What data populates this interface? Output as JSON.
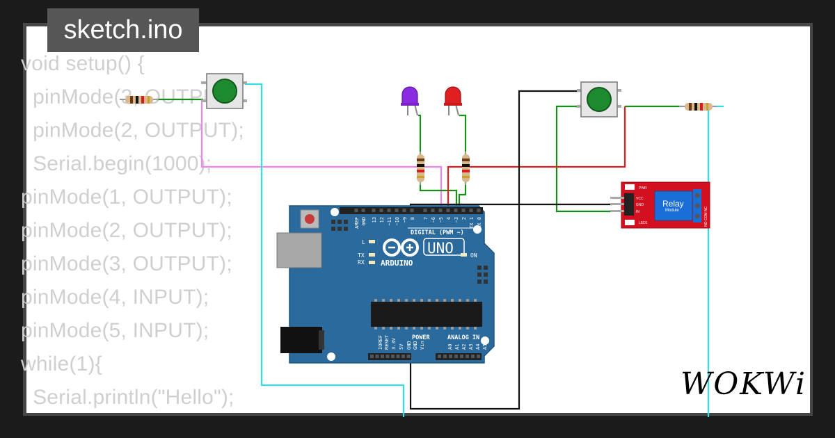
{
  "header": {
    "file_title": "sketch.ino"
  },
  "code_lines": [
    "void setup() {",
    "  pinMode(3, OUTPUT);",
    "  pinMode(2, OUTPUT);",
    "  Serial.begin(1000);",
    "pinMode(1, OUTPUT);",
    "pinMode(2, OUTPUT);",
    "pinMode(3, OUTPUT);",
    "pinMode(4, INPUT);",
    "pinMode(5, INPUT);",
    "while(1){",
    "  Serial.println(\"Hello\");"
  ],
  "arduino": {
    "brand": "ARDUINO",
    "model": "UNO",
    "digital_label": "DIGITAL (PWM ~)",
    "power_label": "POWER",
    "analog_label": "ANALOG IN",
    "led_l": "L",
    "led_tx": "TX",
    "led_rx": "RX",
    "led_on": "ON",
    "top_pins": [
      "AREF",
      "GND",
      "13",
      "12",
      "~11",
      "~10",
      "~9",
      "8",
      "7",
      "~6",
      "~5",
      "4",
      "~3",
      "2",
      "TX 1",
      "RX 0"
    ],
    "power_pins": [
      "IOREF",
      "RESET",
      "3.3V",
      "5V",
      "GND",
      "GND",
      "Vin"
    ],
    "analog_pins": [
      "A0",
      "A1",
      "A2",
      "A3",
      "A4",
      "A5"
    ]
  },
  "relay": {
    "title": "Relay",
    "subtitle": "Module",
    "pins": [
      "VCC",
      "GND",
      "IN"
    ],
    "pwr": "PWR",
    "led1": "LED1",
    "side_labels": "NO COM NC"
  },
  "brand_logo": "WOKWi",
  "colors": {
    "board": "#2b6a9c",
    "wire_pink": "#ee82ee",
    "wire_cyan": "#33dfe6",
    "wire_green": "#1a8c1a",
    "wire_red": "#e51c1c",
    "wire_black": "#111111",
    "led_purple": "#8a2be2",
    "led_red": "#e02020",
    "relay_board": "#d40f1f"
  }
}
